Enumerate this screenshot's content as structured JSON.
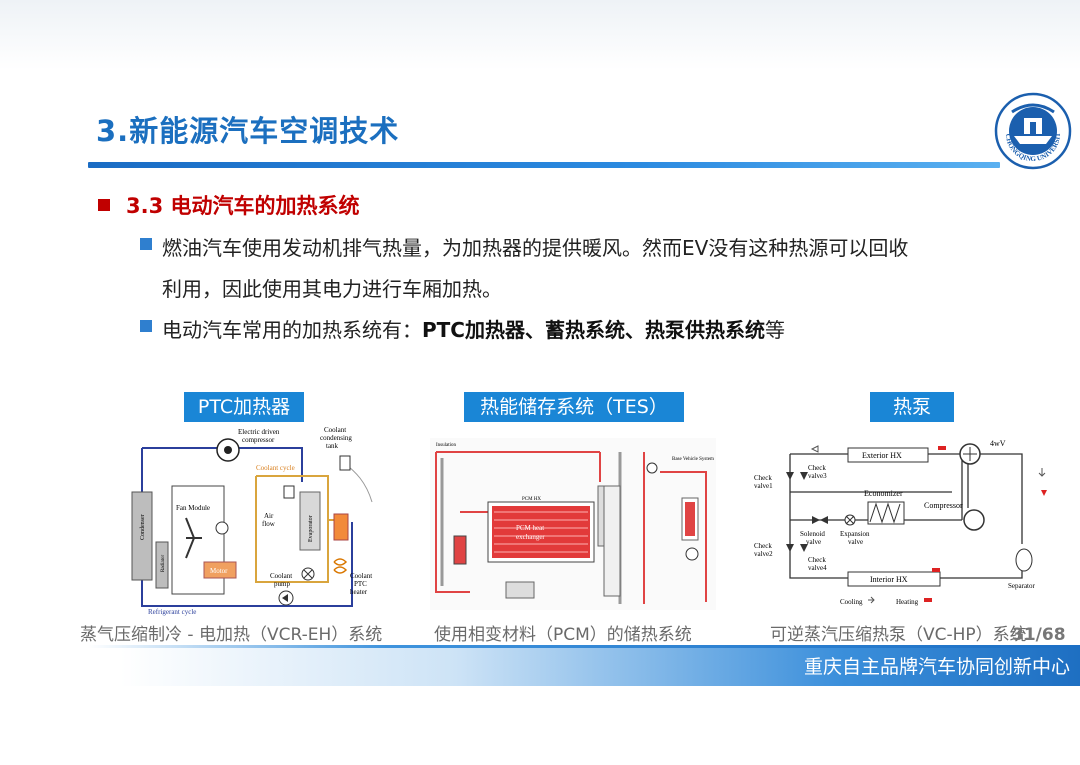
{
  "header": {
    "title": "3.新能源汽车空调技术",
    "logo_text": "CHONGQING UNIVERSITY"
  },
  "section": {
    "heading": "3.3 电动汽车的加热系统"
  },
  "content": {
    "para1_line1": "燃油汽车使用发动机排气热量，为加热器的提供暖风。然而EV没有这种热源可以回收",
    "para1_line2": "利用，因此使用其电力进行车厢加热。",
    "para2_prefix": "电动汽车常用的加热系统有：",
    "para2_bold": "PTC加热器、蓄热系统、热泵供热系统",
    "para2_suffix": "等"
  },
  "figures": [
    {
      "label": "PTC加热器",
      "caption": "蒸气压缩制冷 - 电加热（VCR-EH）系统",
      "text": {
        "electric_driven": "Electric driven",
        "compressor": "compressor",
        "coolant": "Coolant",
        "condensing_tank": "condensing",
        "tank": "tank",
        "coolant_cycle": "Coolant cycle",
        "fan_module": "Fan Module",
        "condenser": "Condenser",
        "radiator": "Radiator",
        "motor": "Motor",
        "air_flow_1": "Air",
        "air_flow_2": "flow",
        "evaporator": "Evaporator",
        "coolant_pump_1": "Coolant",
        "coolant_pump_2": "pump",
        "coolant_ptc_1": "Coolant",
        "coolant_ptc_2": "PTC",
        "coolant_ptc_3": "heater",
        "refrigerant_cycle": "Refrigerant cycle"
      }
    },
    {
      "label": "热能储存系统（TES）",
      "caption": "使用相变材料（PCM）的储热系统",
      "text": {
        "pcm_hx": "PCM HX",
        "pcm_heat_1": "PCM heat",
        "pcm_heat_2": "exchanger",
        "insulation": "Insulation",
        "base_vehicle": "Base Vehicle System"
      }
    },
    {
      "label": "热泵",
      "caption": "可逆蒸汽压缩热泵（VC-HP）系统",
      "text": {
        "exterior_hx": "Exterior HX",
        "four_wv": "4wV",
        "check_valve1_1": "Check",
        "check_valve1_2": "valve1",
        "check_valve3_1": "Check",
        "check_valve3_2": "valve3",
        "economizer": "Economizer",
        "compressor": "Compressor",
        "solenoid_1": "Solenoid",
        "solenoid_2": "valve",
        "expansion_1": "Expansion",
        "expansion_2": "valve",
        "check_valve2_1": "Check",
        "check_valve2_2": "valve2",
        "check_valve4_1": "Check",
        "check_valve4_2": "valve4",
        "interior_hx": "Interior HX",
        "separator": "Separator",
        "cooling": "Cooling",
        "heating": "Heating"
      }
    }
  ],
  "footer": {
    "page_number": "31/68",
    "organization": "重庆自主品牌汽车协同创新中心"
  },
  "colors": {
    "title_blue": "#1b6fbf",
    "accent_red": "#c00000",
    "label_blue": "#1a86d6"
  }
}
